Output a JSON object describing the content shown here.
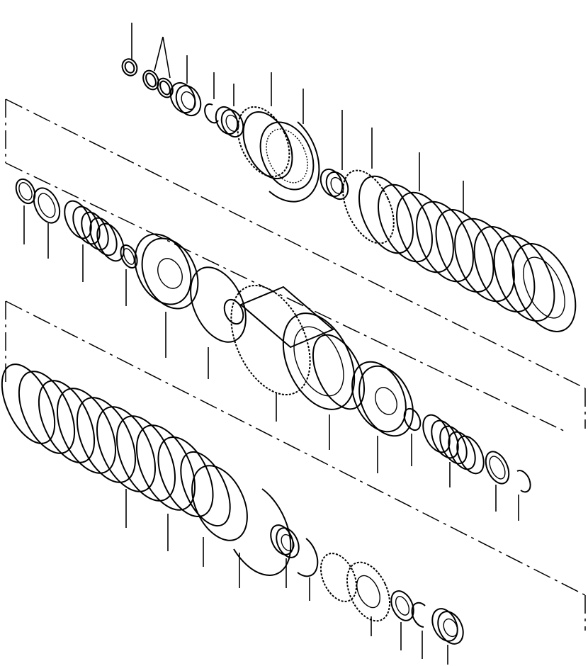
{
  "diagram": {
    "kind": "exploded-view",
    "line_color": "#000000",
    "background": "#ffffff",
    "upper_stack_parts": [
      "thrust-washer",
      "spacer-pair",
      "ball-bearing",
      "snap-ring",
      "needle-bearing",
      "drive-gear",
      "ring-gear-hub",
      "bearing",
      "clutch-plate-pack"
    ],
    "middle_stack_parts": [
      "snap-ring",
      "spring-retainer",
      "piston-spring",
      "seal-ring",
      "piston",
      "o-ring",
      "clutch-drum",
      "o-ring",
      "piston",
      "seal-ring",
      "piston-spring",
      "spring-retainer",
      "snap-ring"
    ],
    "lower_stack_parts": [
      "clutch-plate-pack",
      "backing-plate",
      "snap-ring",
      "snap-ring",
      "bearing",
      "snap-ring",
      "output-gear",
      "spacer",
      "snap-ring",
      "ball-bearing"
    ]
  }
}
